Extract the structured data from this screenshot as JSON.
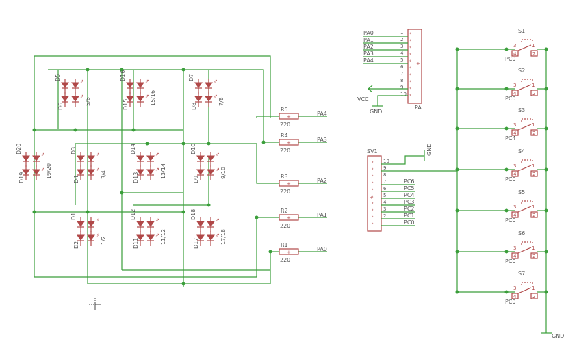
{
  "resistors": [
    {
      "name": "R5",
      "value": "220",
      "net": "PA4"
    },
    {
      "name": "R4",
      "value": "220",
      "net": "PA3"
    },
    {
      "name": "R3",
      "value": "220",
      "net": "PA2"
    },
    {
      "name": "R2",
      "value": "220",
      "net": "PA1"
    },
    {
      "name": "R1",
      "value": "220",
      "net": "PA0"
    }
  ],
  "led_pairs": [
    {
      "a": "D5",
      "b": "D6",
      "num": "5/6"
    },
    {
      "a": "D16",
      "b": "D15",
      "num": "15/16"
    },
    {
      "a": "D7",
      "b": "D8",
      "num": "7/8"
    },
    {
      "a": "D20",
      "b": "D19",
      "num": "19/20"
    },
    {
      "a": "D3",
      "b": "D4",
      "num": "3/4"
    },
    {
      "a": "D14",
      "b": "D13",
      "num": "13/14"
    },
    {
      "a": "D10",
      "b": "D9",
      "num": "9/10"
    },
    {
      "a": "D1",
      "b": "D2",
      "num": "1/2"
    },
    {
      "a": "D12",
      "b": "D11",
      "num": "11/12"
    },
    {
      "a": "D18",
      "b": "D17",
      "num": "17/18"
    }
  ],
  "connector_pa": {
    "name": "PA",
    "nets": [
      "PA0",
      "PA1",
      "PA2",
      "PA3",
      "PA4"
    ],
    "pins": [
      "1",
      "2",
      "3",
      "4",
      "5",
      "6",
      "7",
      "8",
      "9",
      "10"
    ],
    "vcc": "VCC",
    "gnd": "GND"
  },
  "connector_sv1": {
    "name": "SV1",
    "pins": [
      "10",
      "9",
      "8",
      "7",
      "6",
      "5",
      "4",
      "3",
      "2",
      "1"
    ],
    "nets": [
      "PC6",
      "PC5",
      "PC4",
      "PC3",
      "PC2",
      "PC1",
      "PC0"
    ],
    "gnd": "GND"
  },
  "switches": [
    {
      "name": "S1",
      "net": "PC0"
    },
    {
      "name": "S2",
      "net": "PC0"
    },
    {
      "name": "S3",
      "net": "PC4"
    },
    {
      "name": "S4",
      "net": "PC0"
    },
    {
      "name": "S5",
      "net": "PC0"
    },
    {
      "name": "S6",
      "net": "PC0"
    },
    {
      "name": "S7",
      "net": "PC0"
    }
  ],
  "switch_pins": {
    "p1": "1",
    "p2": "2",
    "p3": "3",
    "p4": "4"
  },
  "gnd_label": "GND",
  "colors": {
    "wire": "#3a9e3a",
    "part": "#b04848",
    "label": "#555555"
  }
}
